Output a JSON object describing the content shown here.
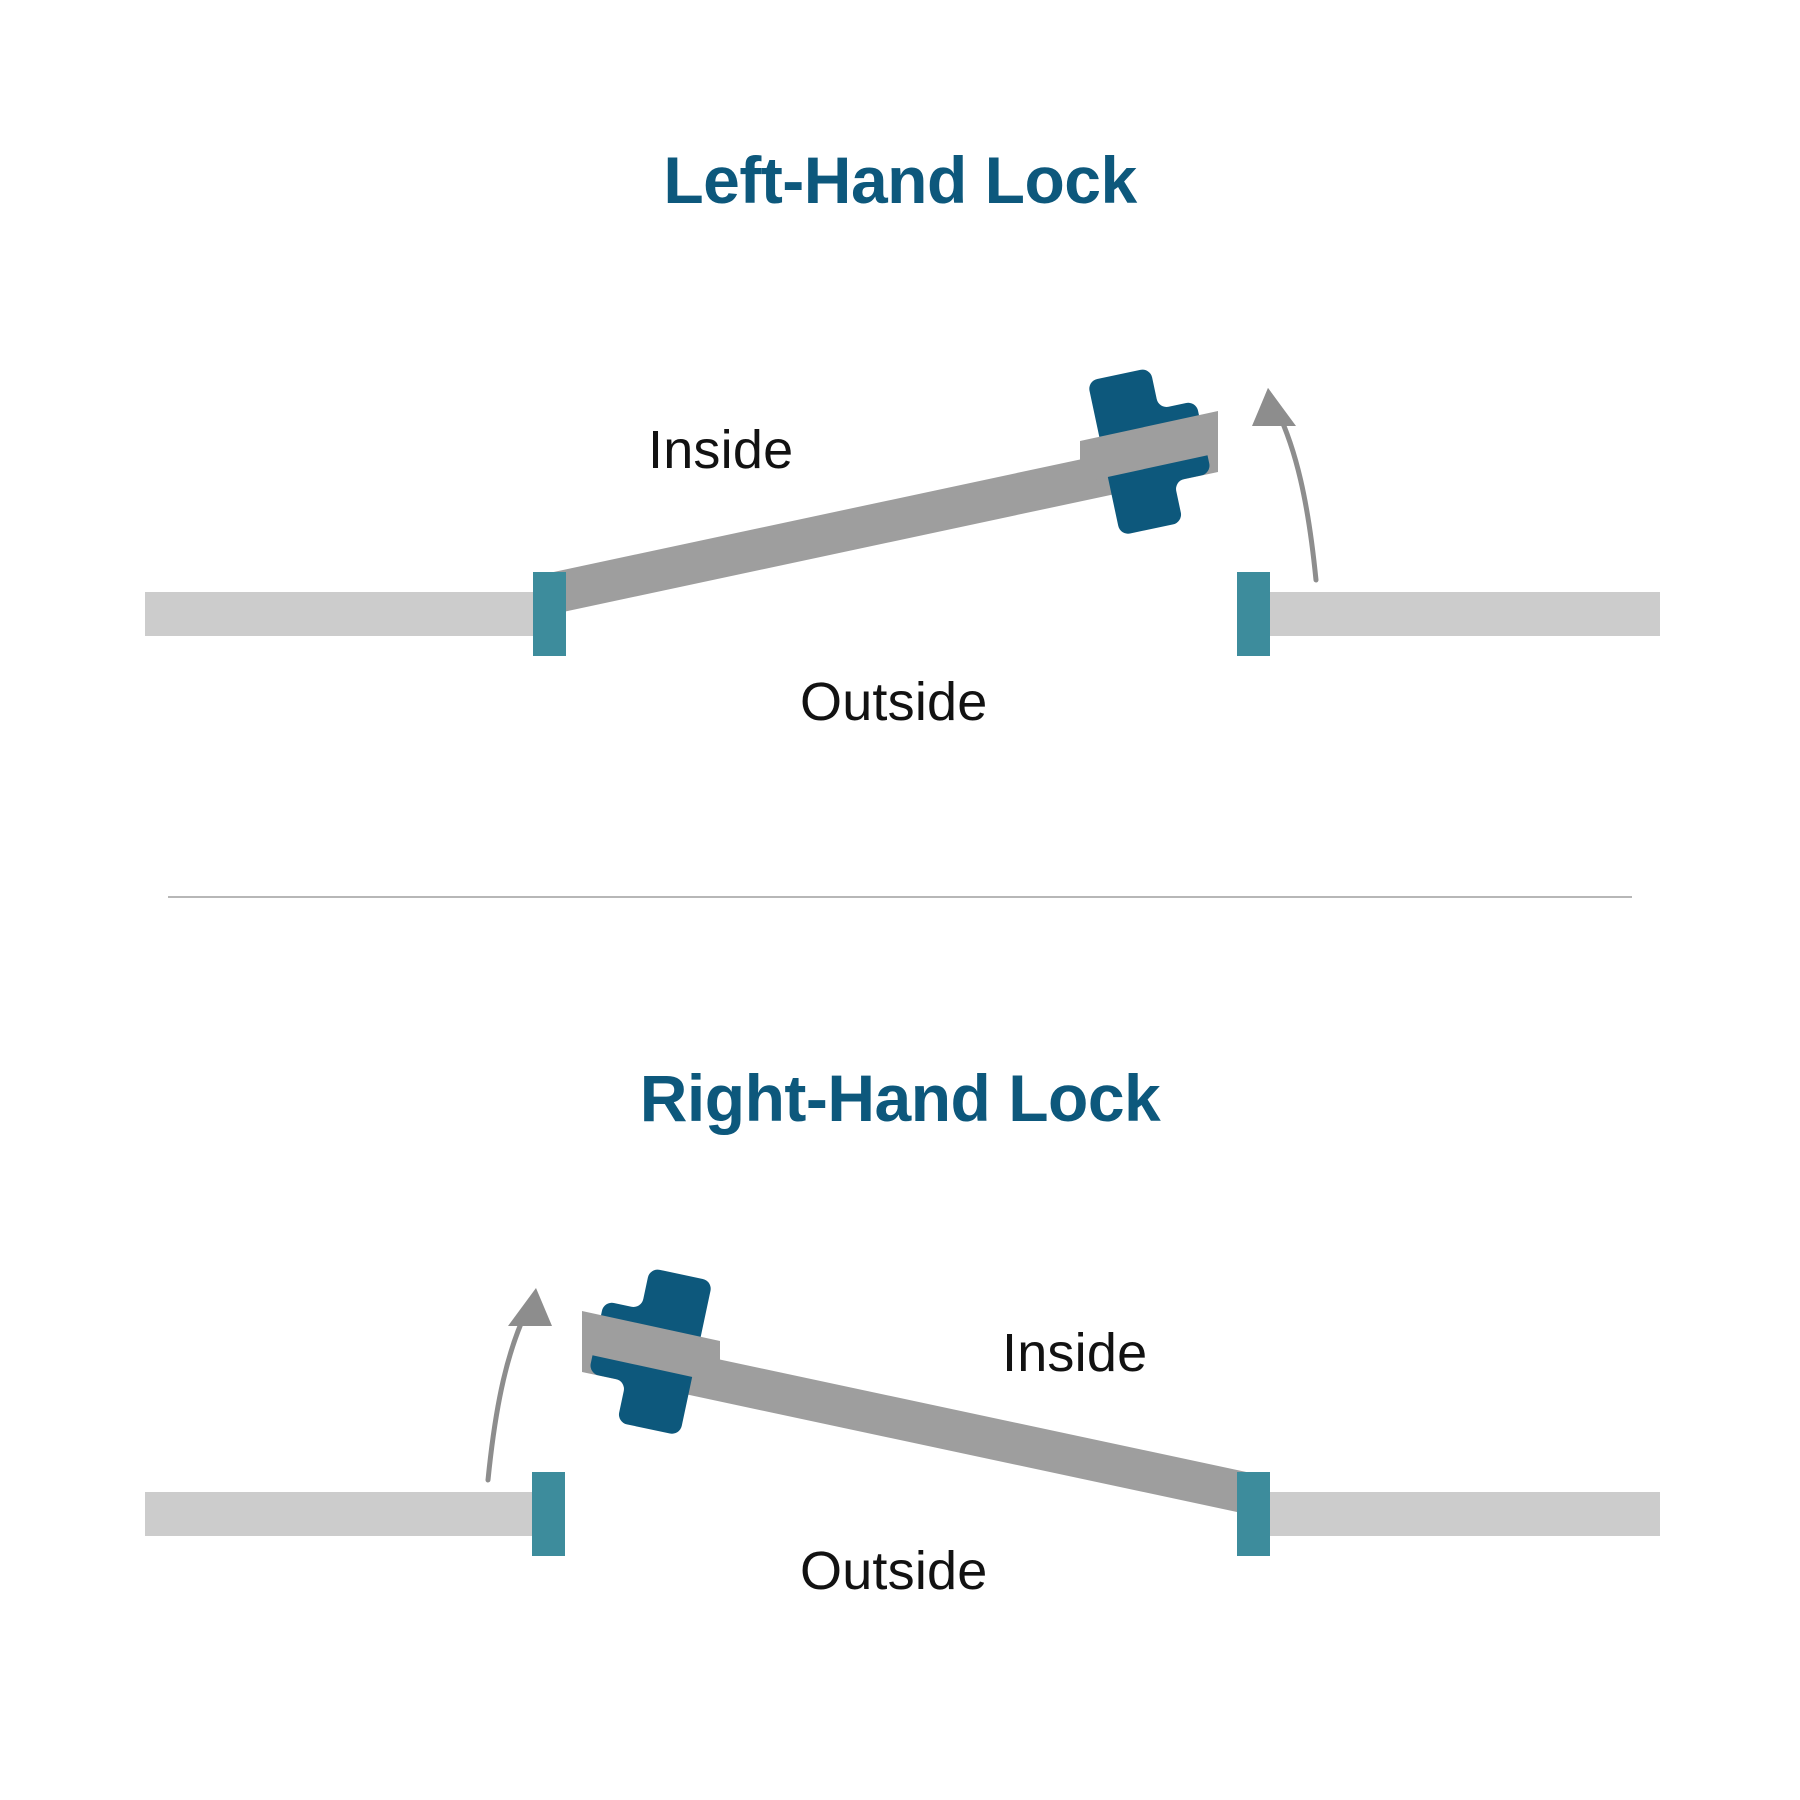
{
  "diagram": {
    "kind": "door-handing-reference",
    "background_color": "#ffffff",
    "divider_color": "#b7b7b7",
    "palette": {
      "title_blue": "#0d587c",
      "lock_blue": "#0d587c",
      "jamb_teal": "#3d8c9c",
      "wall_gray": "#cccccc",
      "door_gray": "#9e9e9e",
      "arrow_gray": "#8d8d8d",
      "label_black": "#121212"
    },
    "panels": [
      {
        "id": "left-hand-lock",
        "title": "Left-Hand Lock",
        "labels": {
          "inside": "Inside",
          "outside": "Outside"
        },
        "swing_arrow": "curved-arrow-up-left",
        "door_pivot": "left-jamb",
        "lock_position": "right-end-of-door",
        "icons": {
          "lock": "lock-icon",
          "arrow": "swing-direction-arrow-icon",
          "hinge_left": "door-jamb-icon",
          "hinge_right": "door-jamb-icon"
        }
      },
      {
        "id": "right-hand-lock",
        "title": "Right-Hand Lock",
        "labels": {
          "inside": "Inside",
          "outside": "Outside"
        },
        "swing_arrow": "curved-arrow-up-right",
        "door_pivot": "right-jamb",
        "lock_position": "left-end-of-door",
        "icons": {
          "lock": "lock-icon",
          "arrow": "swing-direction-arrow-icon",
          "hinge_left": "door-jamb-icon",
          "hinge_right": "door-jamb-icon"
        }
      }
    ]
  }
}
